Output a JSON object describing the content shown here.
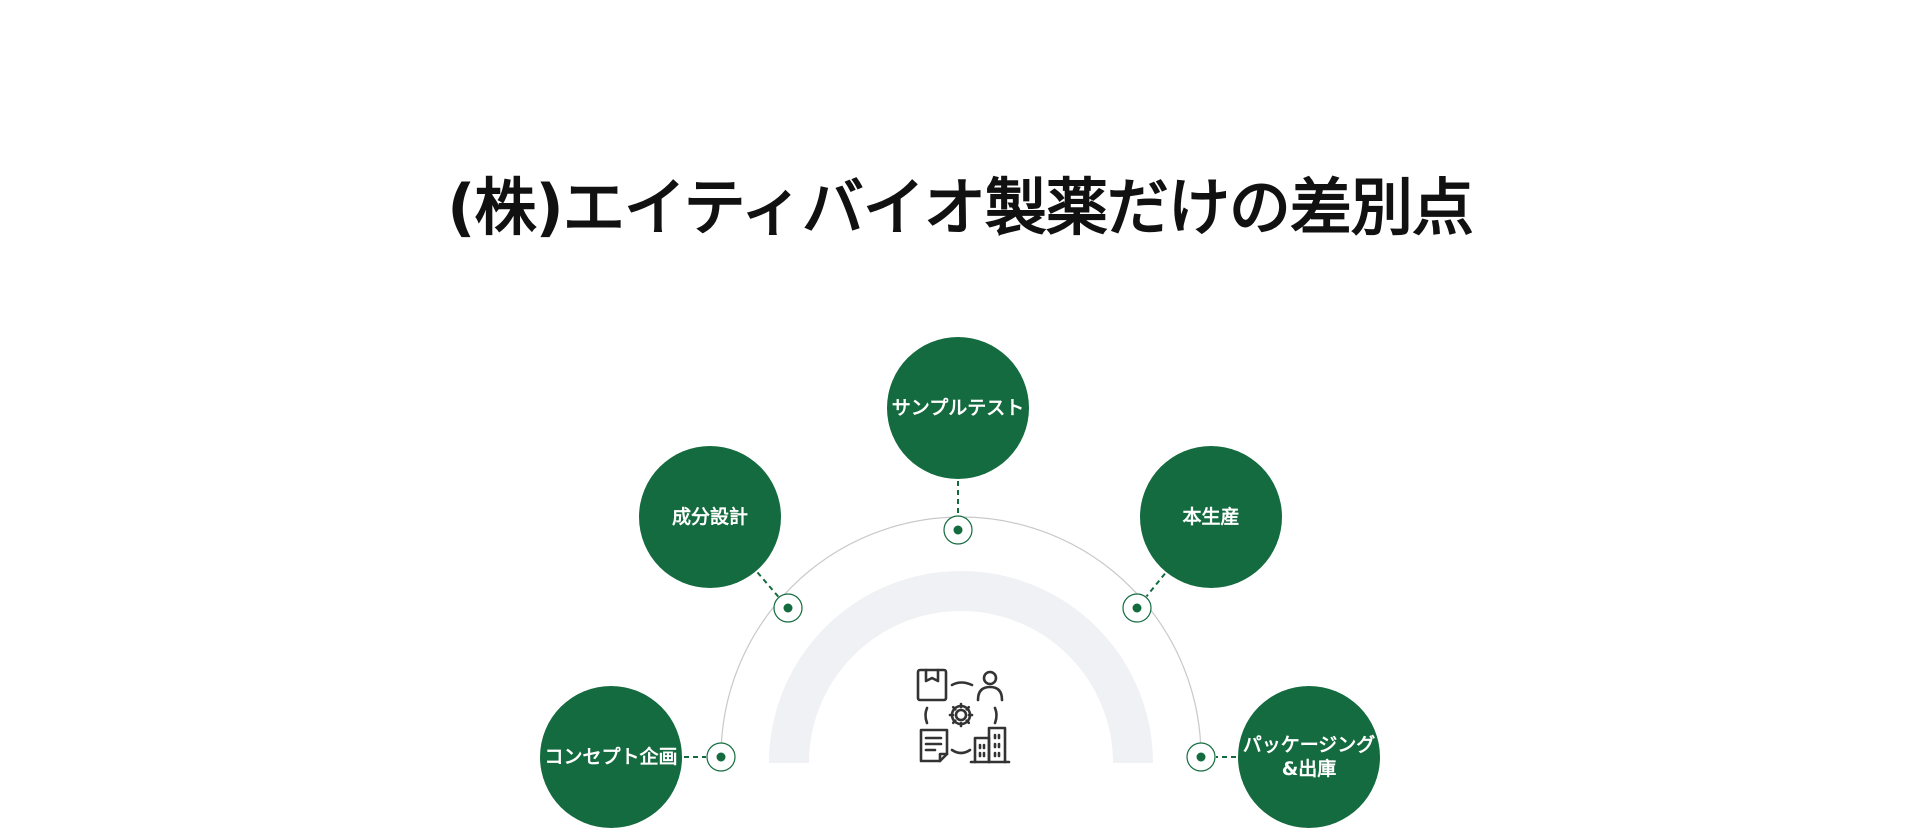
{
  "title": "(株)エイティバイオ製薬だけの差別点",
  "center_icon": "process-workflow-icon",
  "colors": {
    "node_fill": "#146b3f",
    "node_text": "#ffffff",
    "connector": "#146b3f",
    "outer_arc": "#c9c9c9",
    "inner_band": "#f0f1f5",
    "icon_stroke": "#333333"
  },
  "steps": [
    {
      "lines": [
        "コンセプト企画"
      ]
    },
    {
      "lines": [
        "成分設計"
      ]
    },
    {
      "lines": [
        "サンプルテスト"
      ]
    },
    {
      "lines": [
        "本生産"
      ]
    },
    {
      "lines": [
        "パッケージング",
        "&出庫"
      ]
    }
  ]
}
